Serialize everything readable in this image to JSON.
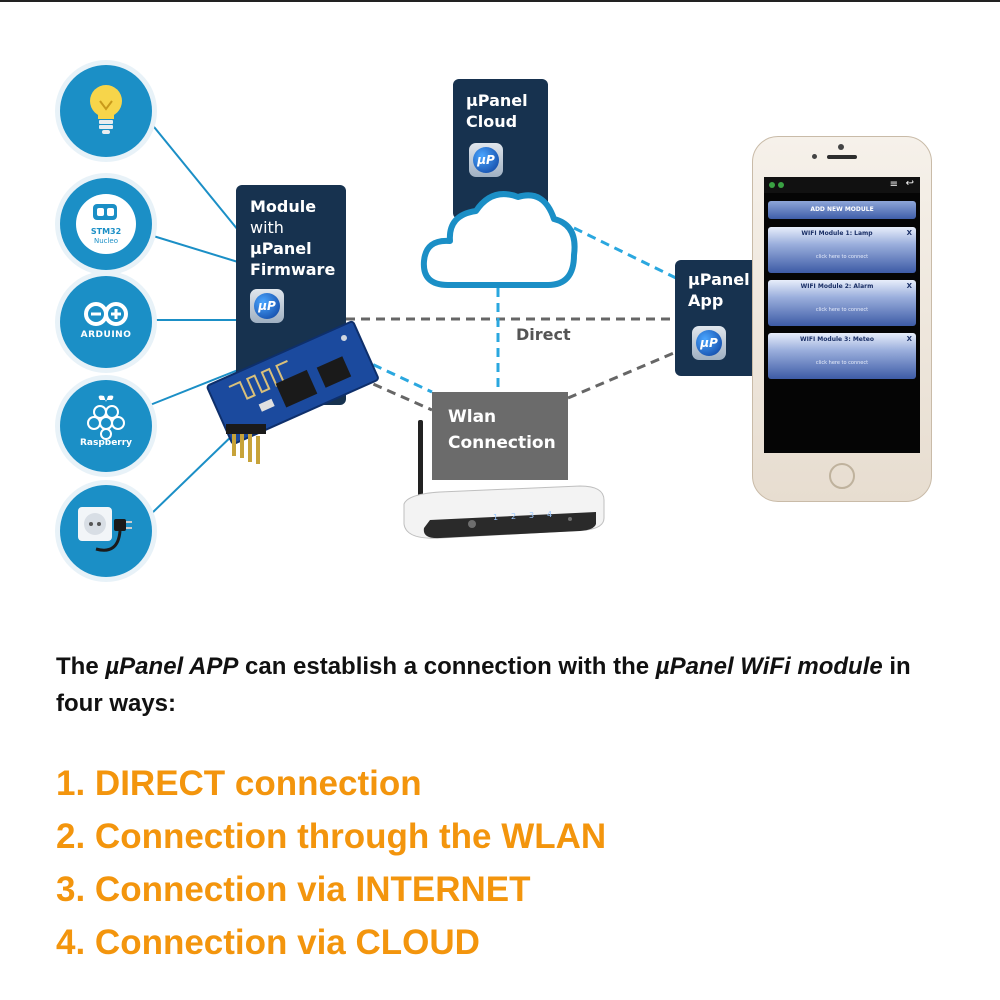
{
  "diagram": {
    "cloud_panel": {
      "line1": "µPanel",
      "line2": "Cloud",
      "badge": "µP"
    },
    "module_panel": {
      "line1": "Module",
      "line2": "with",
      "line3": "µPanel",
      "line4": "Firmware",
      "badge": "µP"
    },
    "app_panel": {
      "line1": "µPanel",
      "line2": "App",
      "badge": "µP"
    },
    "wlan_panel": {
      "line1": "Wlan",
      "line2": "Connection"
    },
    "direct_label": "Direct",
    "left_icons": [
      {
        "icon": "lightbulb-icon"
      },
      {
        "icon": "stm32-nucleo-icon",
        "text1": "STM32",
        "text2": "Nucleo"
      },
      {
        "icon": "arduino-icon",
        "text": "ARDUINO"
      },
      {
        "icon": "raspberry-pi-icon",
        "text": "Raspberry"
      },
      {
        "icon": "power-socket-icon"
      }
    ],
    "router_ports": [
      "1",
      "2",
      "3",
      "4"
    ],
    "phone_app": {
      "add_button": "ADD NEW MODULE",
      "modules": [
        {
          "title": "WIFI Module 1: Lamp",
          "close": "X",
          "action": "click here to connect"
        },
        {
          "title": "WIFI Module 2: Alarm",
          "close": "X",
          "action": "click here to connect"
        },
        {
          "title": "WIFI Module 3: Meteo",
          "close": "X",
          "action": "click here to connect"
        }
      ]
    },
    "colors": {
      "accent_blue": "#1b8fc6",
      "panel_navy": "#17324f",
      "dashed_blue": "#2aa7df",
      "dashed_gray": "#666666",
      "orange": "#f3950d"
    }
  },
  "description": {
    "p1": "The ",
    "e1": "µPanel APP",
    "p2": " can establish a connection with the ",
    "e2": "µPanel WiFi module",
    "p3": " in four ways:"
  },
  "ways": [
    "1. DIRECT connection",
    "2. Connection through the WLAN",
    "3. Connection via INTERNET",
    "4. Connection via CLOUD"
  ]
}
